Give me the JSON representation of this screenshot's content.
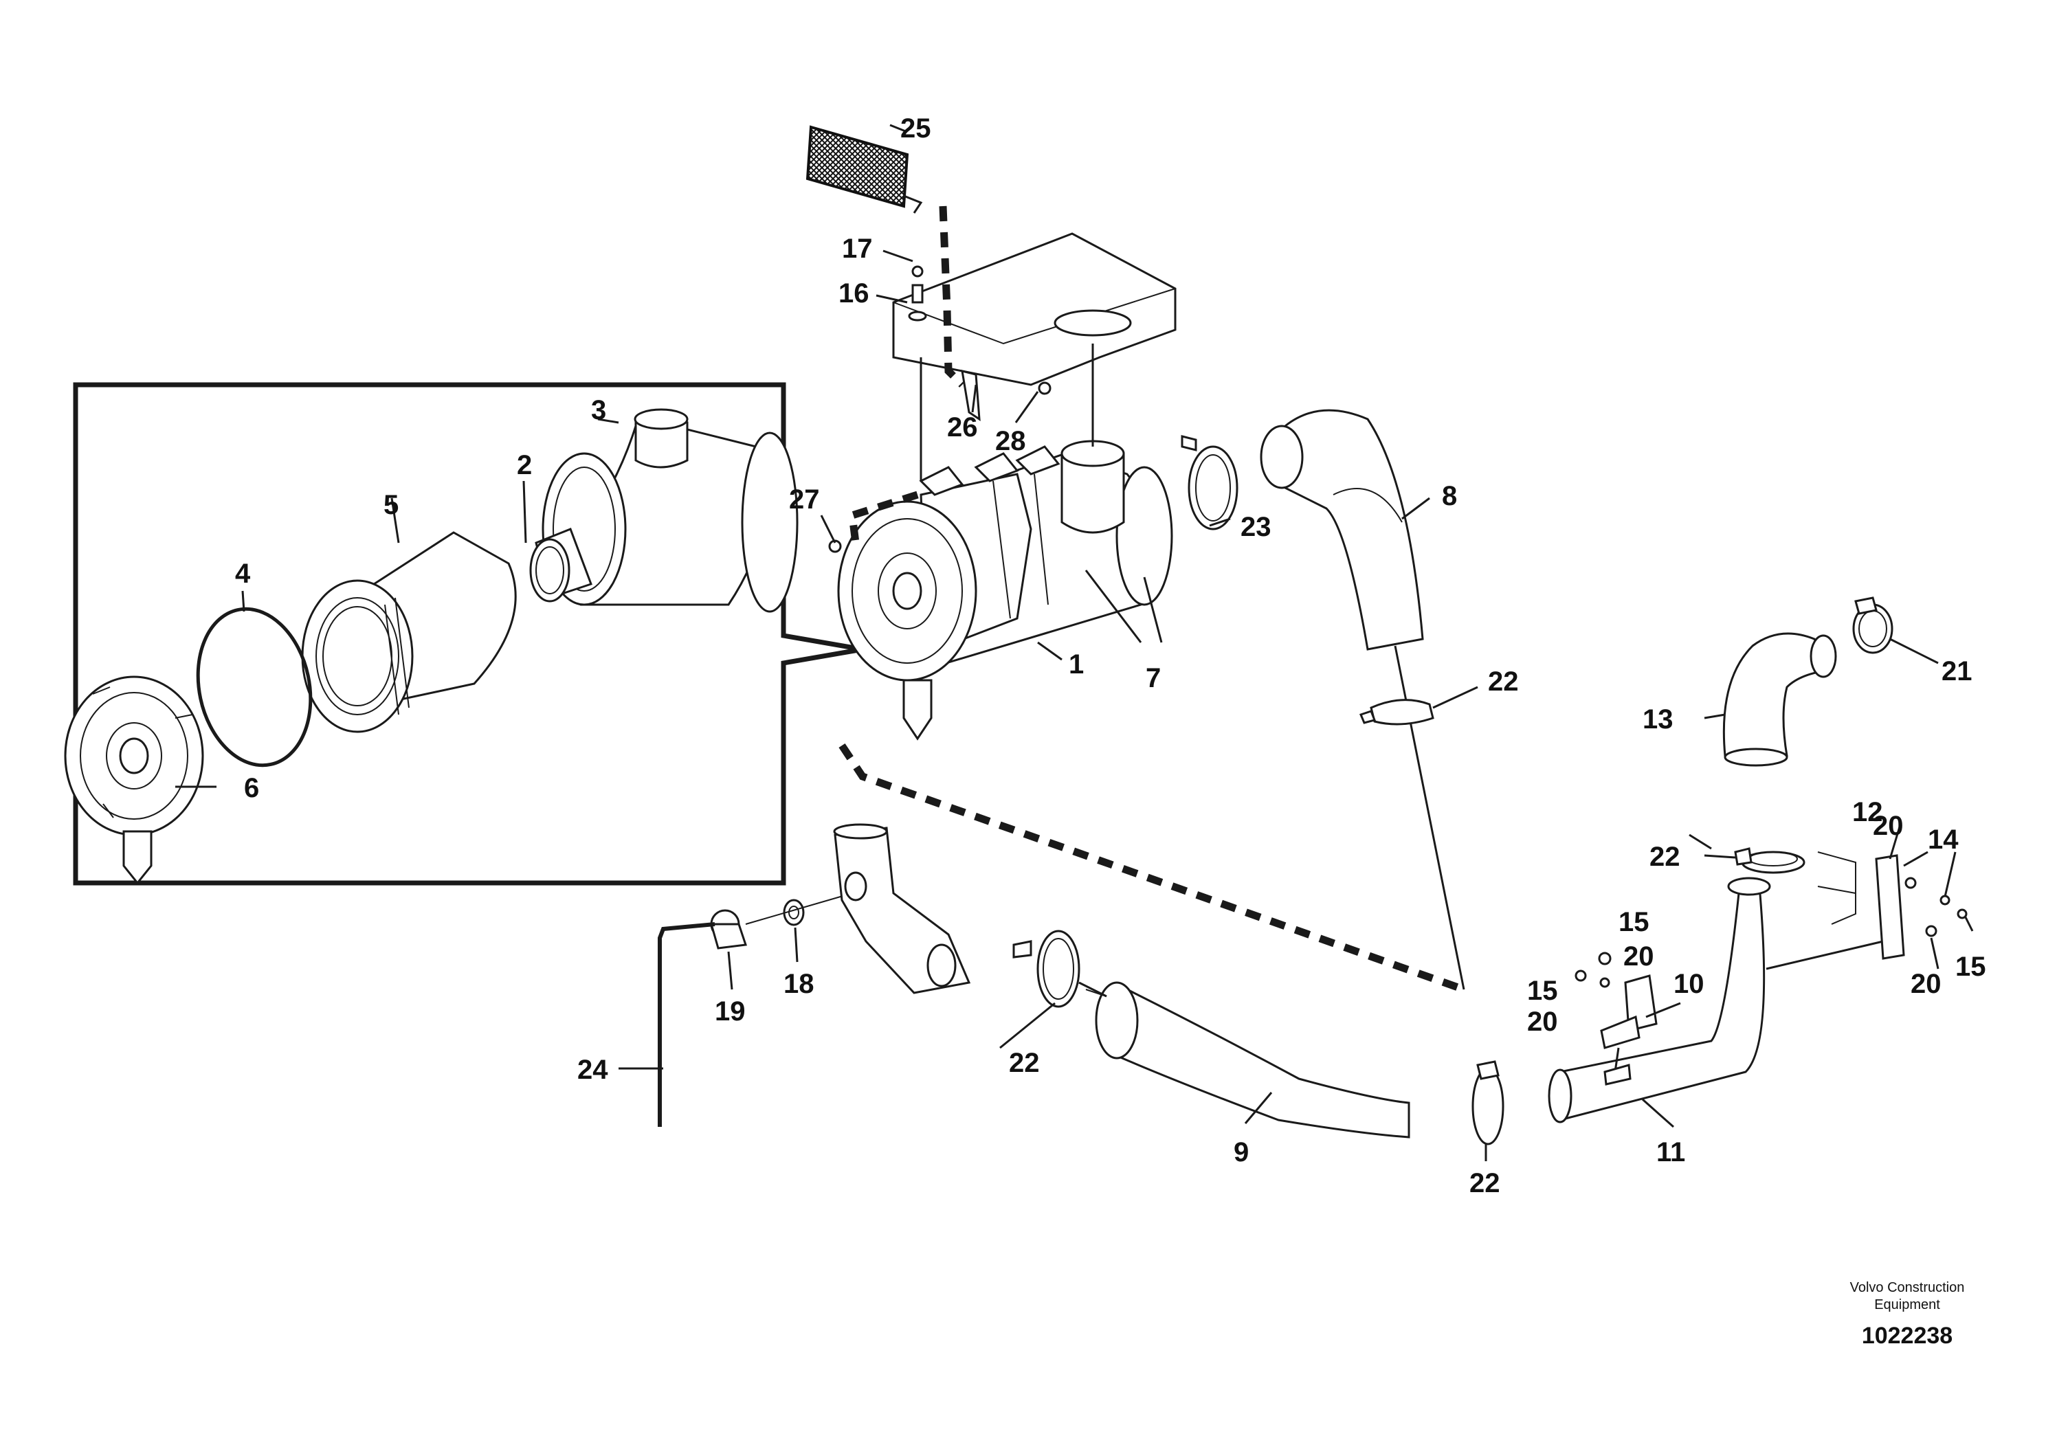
{
  "labels": {
    "l1": "1",
    "l2": "2",
    "l3": "3",
    "l4": "4",
    "l5": "5",
    "l6": "6",
    "l7": "7",
    "l8": "8",
    "l9": "9",
    "l10": "10",
    "l11": "11",
    "l12": "12",
    "l13": "13",
    "l14": "14",
    "l15a": "15",
    "l15b": "15",
    "l15c": "15",
    "l16": "16",
    "l17": "17",
    "l18": "18",
    "l19": "19",
    "l20a": "20",
    "l20b": "20",
    "l20c": "20",
    "l20d": "20",
    "l21": "21",
    "l22a": "22",
    "l22b": "22",
    "l22c": "22",
    "l22d": "22",
    "l23": "23",
    "l24": "24",
    "l25": "25",
    "l26": "26",
    "l27": "27",
    "l28": "28"
  },
  "footer": {
    "company_line1": "Volvo Construction",
    "company_line2": "Equipment",
    "drawing_number": "1022238"
  }
}
